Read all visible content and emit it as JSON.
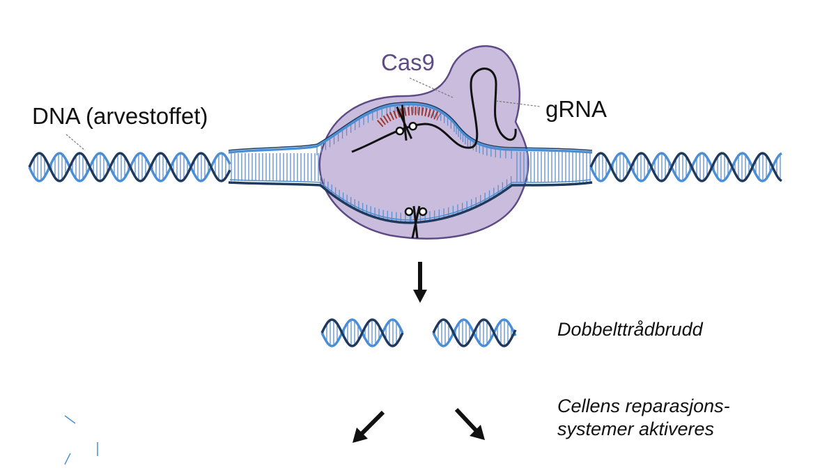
{
  "labels": {
    "dna": "DNA (arvestoffet)",
    "cas9": "Cas9",
    "grna": "gRNA",
    "double_strand_break": "Dobbelttrådbrudd",
    "repair_line1": "Cellens reparasjons-",
    "repair_line2": "systemer aktiveres"
  },
  "icons": {
    "scissors_top": "scissors-icon",
    "scissors_bottom": "scissors-icon",
    "arrow_down": "arrow-down-icon",
    "arrow_down_left": "arrow-down-left-icon",
    "arrow_down_right": "arrow-down-right-icon"
  },
  "colors": {
    "strand_dark": "#1f3a5c",
    "strand_light": "#4a8fd6",
    "rung": "#5b8fd0",
    "cas9_fill": "#c9bcdc",
    "cas9_stroke": "#5e4a86",
    "cas9_label": "#5e4a86",
    "grna_match": "#a0362e",
    "arrow": "#111111"
  }
}
